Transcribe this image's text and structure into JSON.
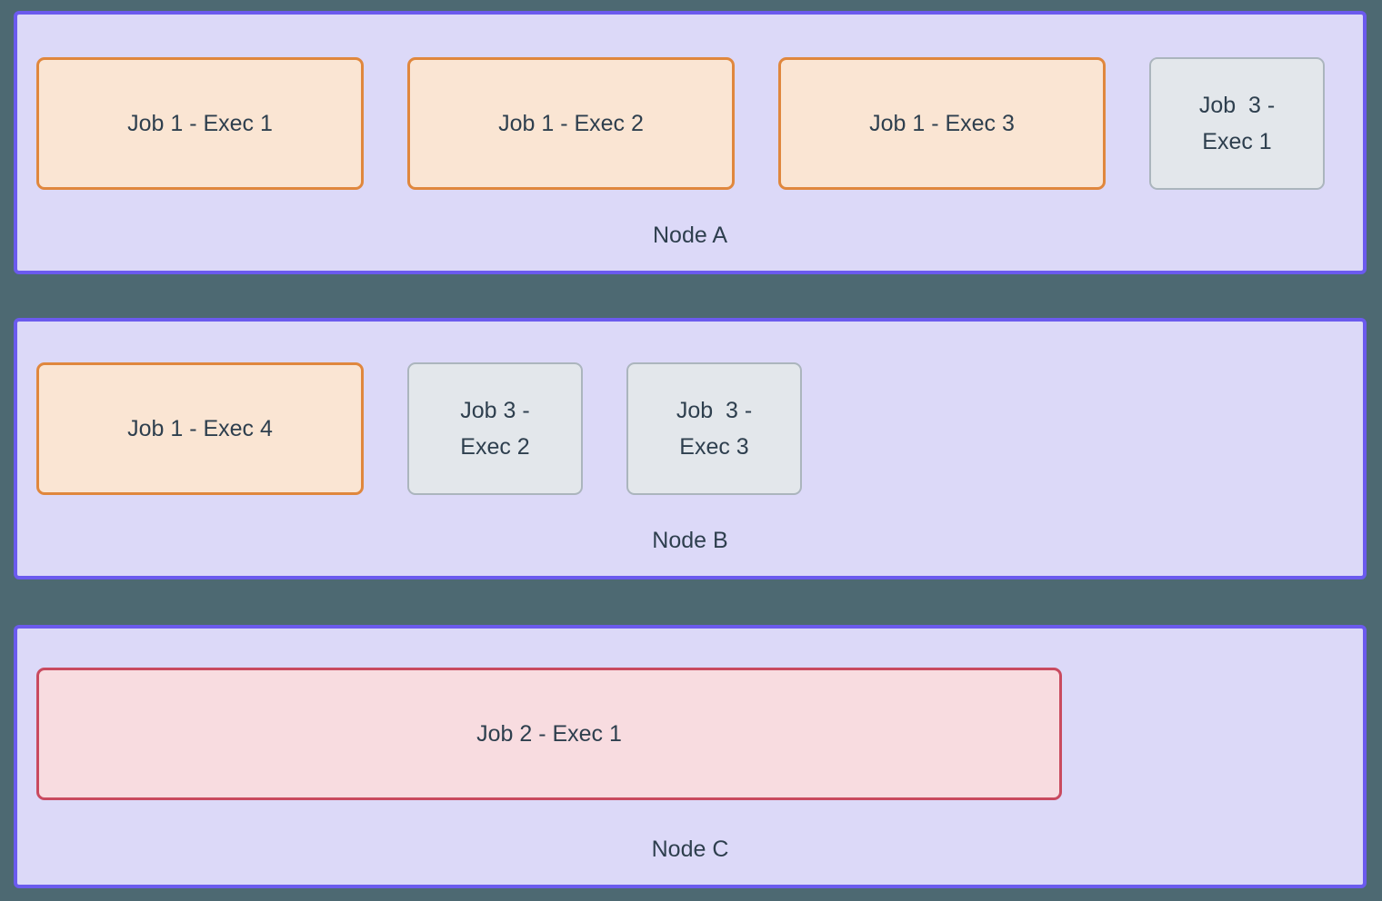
{
  "colors": {
    "page_background": "#4d6972",
    "node_fill": "#dcd9f8",
    "node_border": "#6b5aee",
    "job1_fill": "#fae5d3",
    "job1_border": "#e0873d",
    "job2_fill": "#f8dce0",
    "job2_border": "#c94a5f",
    "job3_fill": "#e3e7eb",
    "job3_border": "#abb5bd",
    "text": "#2e3f4e"
  },
  "nodes": [
    {
      "name": "Node A",
      "executors": [
        {
          "label": "Job 1 - Exec 1",
          "job": "job1"
        },
        {
          "label": "Job 1 - Exec 2",
          "job": "job1"
        },
        {
          "label": "Job 1 - Exec 3",
          "job": "job1"
        },
        {
          "label": "Job  3 -\nExec 1",
          "job": "job3"
        }
      ]
    },
    {
      "name": "Node B",
      "executors": [
        {
          "label": "Job 1 - Exec 4",
          "job": "job1"
        },
        {
          "label": "Job 3 -\nExec 2",
          "job": "job3"
        },
        {
          "label": "Job  3 -\nExec 3",
          "job": "job3"
        }
      ]
    },
    {
      "name": "Node C",
      "executors": [
        {
          "label": "Job 2 - Exec 1",
          "job": "job2"
        }
      ]
    }
  ]
}
